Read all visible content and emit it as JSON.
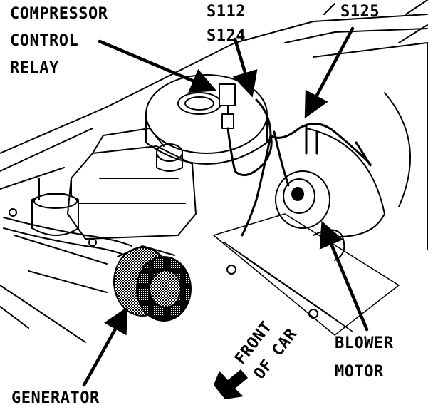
{
  "labels": {
    "compressor_relay": [
      "COMPRESSOR",
      "CONTROL",
      "RELAY"
    ],
    "s112": "S112",
    "s124": "S124",
    "s125": "S125",
    "blower_motor": [
      "BLOWER",
      "MOTOR"
    ],
    "generator": "GENERATOR",
    "front_of_car": [
      "FRONT",
      "OF CAR"
    ]
  },
  "colors": {
    "ink": "#000000",
    "paper": "#ffffff"
  }
}
